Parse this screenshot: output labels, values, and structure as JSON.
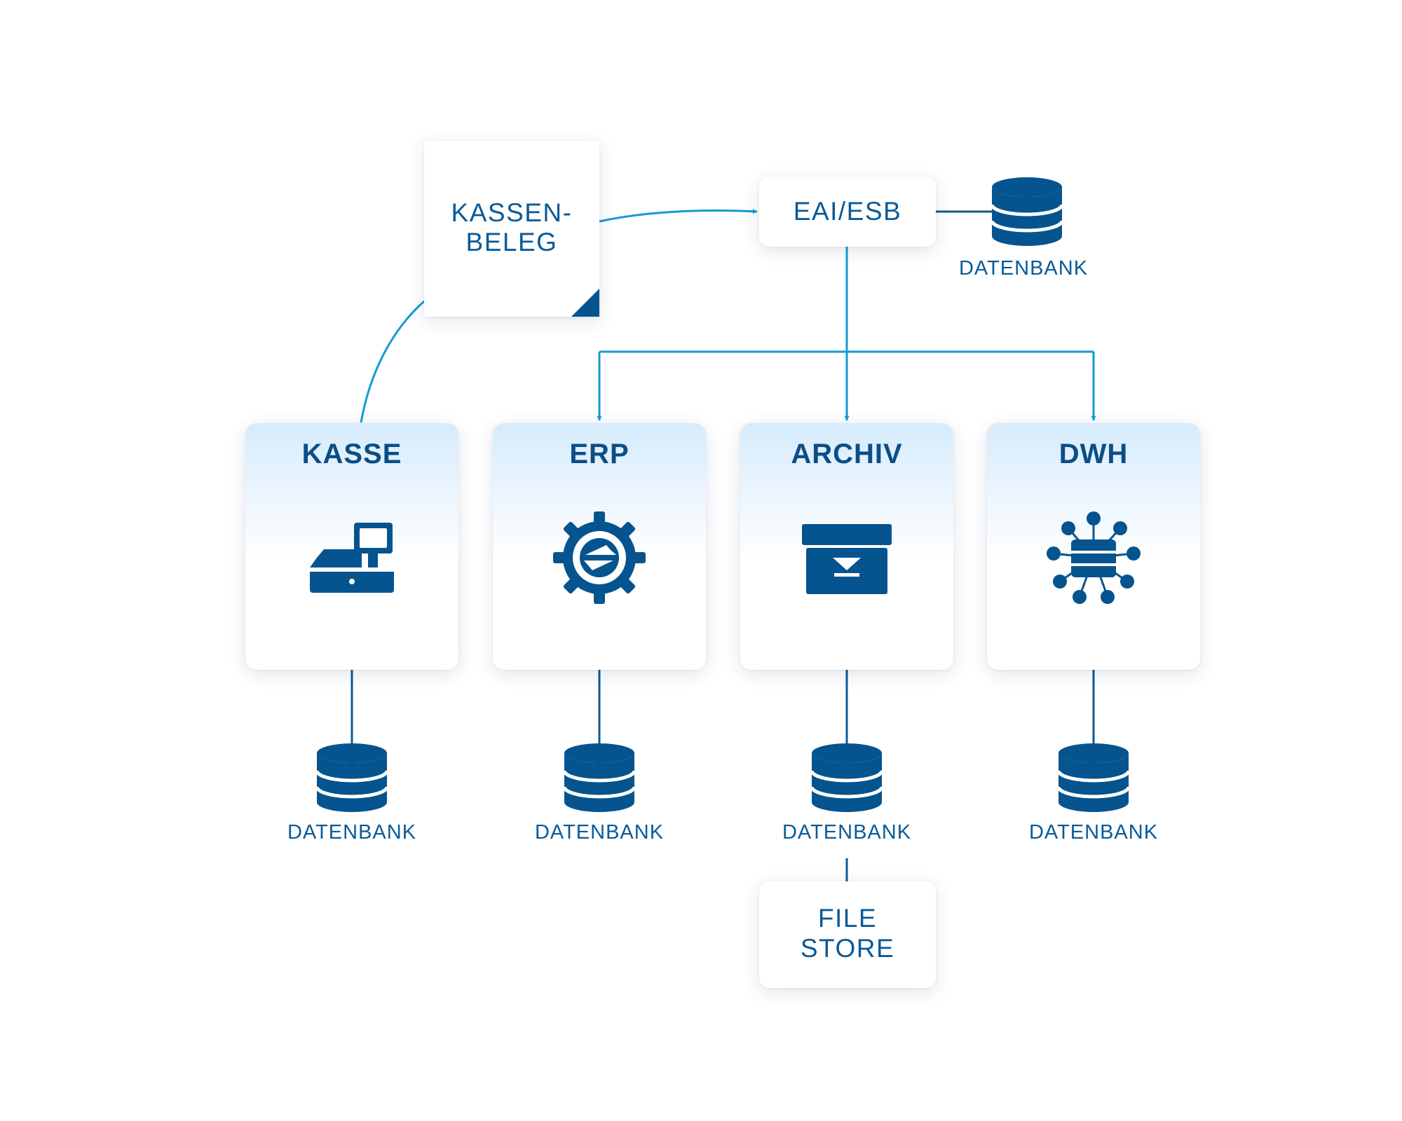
{
  "colors": {
    "accent_line": "#159ad6",
    "dark_line": "#0a5a97",
    "icon_fill": "#06548f",
    "card_gradient_top": "#d6ebfb"
  },
  "receipt": {
    "line1": "KASSEN-",
    "line2": "BELEG"
  },
  "esb": {
    "label": "EAI/ESB",
    "database_label": "DATENBANK"
  },
  "systems": [
    {
      "title": "KASSE",
      "icon": "cash-register-icon",
      "database_label": "DATENBANK"
    },
    {
      "title": "ERP",
      "icon": "gear-exchange-icon",
      "database_label": "DATENBANK"
    },
    {
      "title": "ARCHIV",
      "icon": "archive-box-icon",
      "database_label": "DATENBANK"
    },
    {
      "title": "DWH",
      "icon": "data-network-icon",
      "database_label": "DATENBANK"
    }
  ],
  "filestore": {
    "line1": "FILE",
    "line2": "STORE"
  }
}
